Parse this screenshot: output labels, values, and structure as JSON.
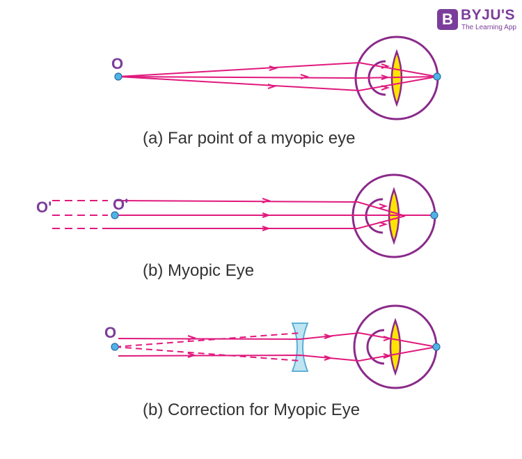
{
  "logo": {
    "letter": "B",
    "name": "BYJU'S",
    "tagline": "The Learning App",
    "color": "#7b3d9a"
  },
  "colors": {
    "ray": "#e0197d",
    "eye": "#8a2a8a",
    "lens": "#ffe400",
    "concave_lens": "#bfe4f2",
    "point": "#4fb3e8",
    "label": "#7b3d9a"
  },
  "panels": [
    {
      "caption": "(a) Far point of a myopic eye",
      "labels": [
        "O"
      ]
    },
    {
      "caption": "(b) Myopic Eye",
      "labels": [
        "O'",
        "O'"
      ]
    },
    {
      "caption": "(b) Correction for Myopic Eye",
      "labels": [
        "O"
      ]
    }
  ]
}
